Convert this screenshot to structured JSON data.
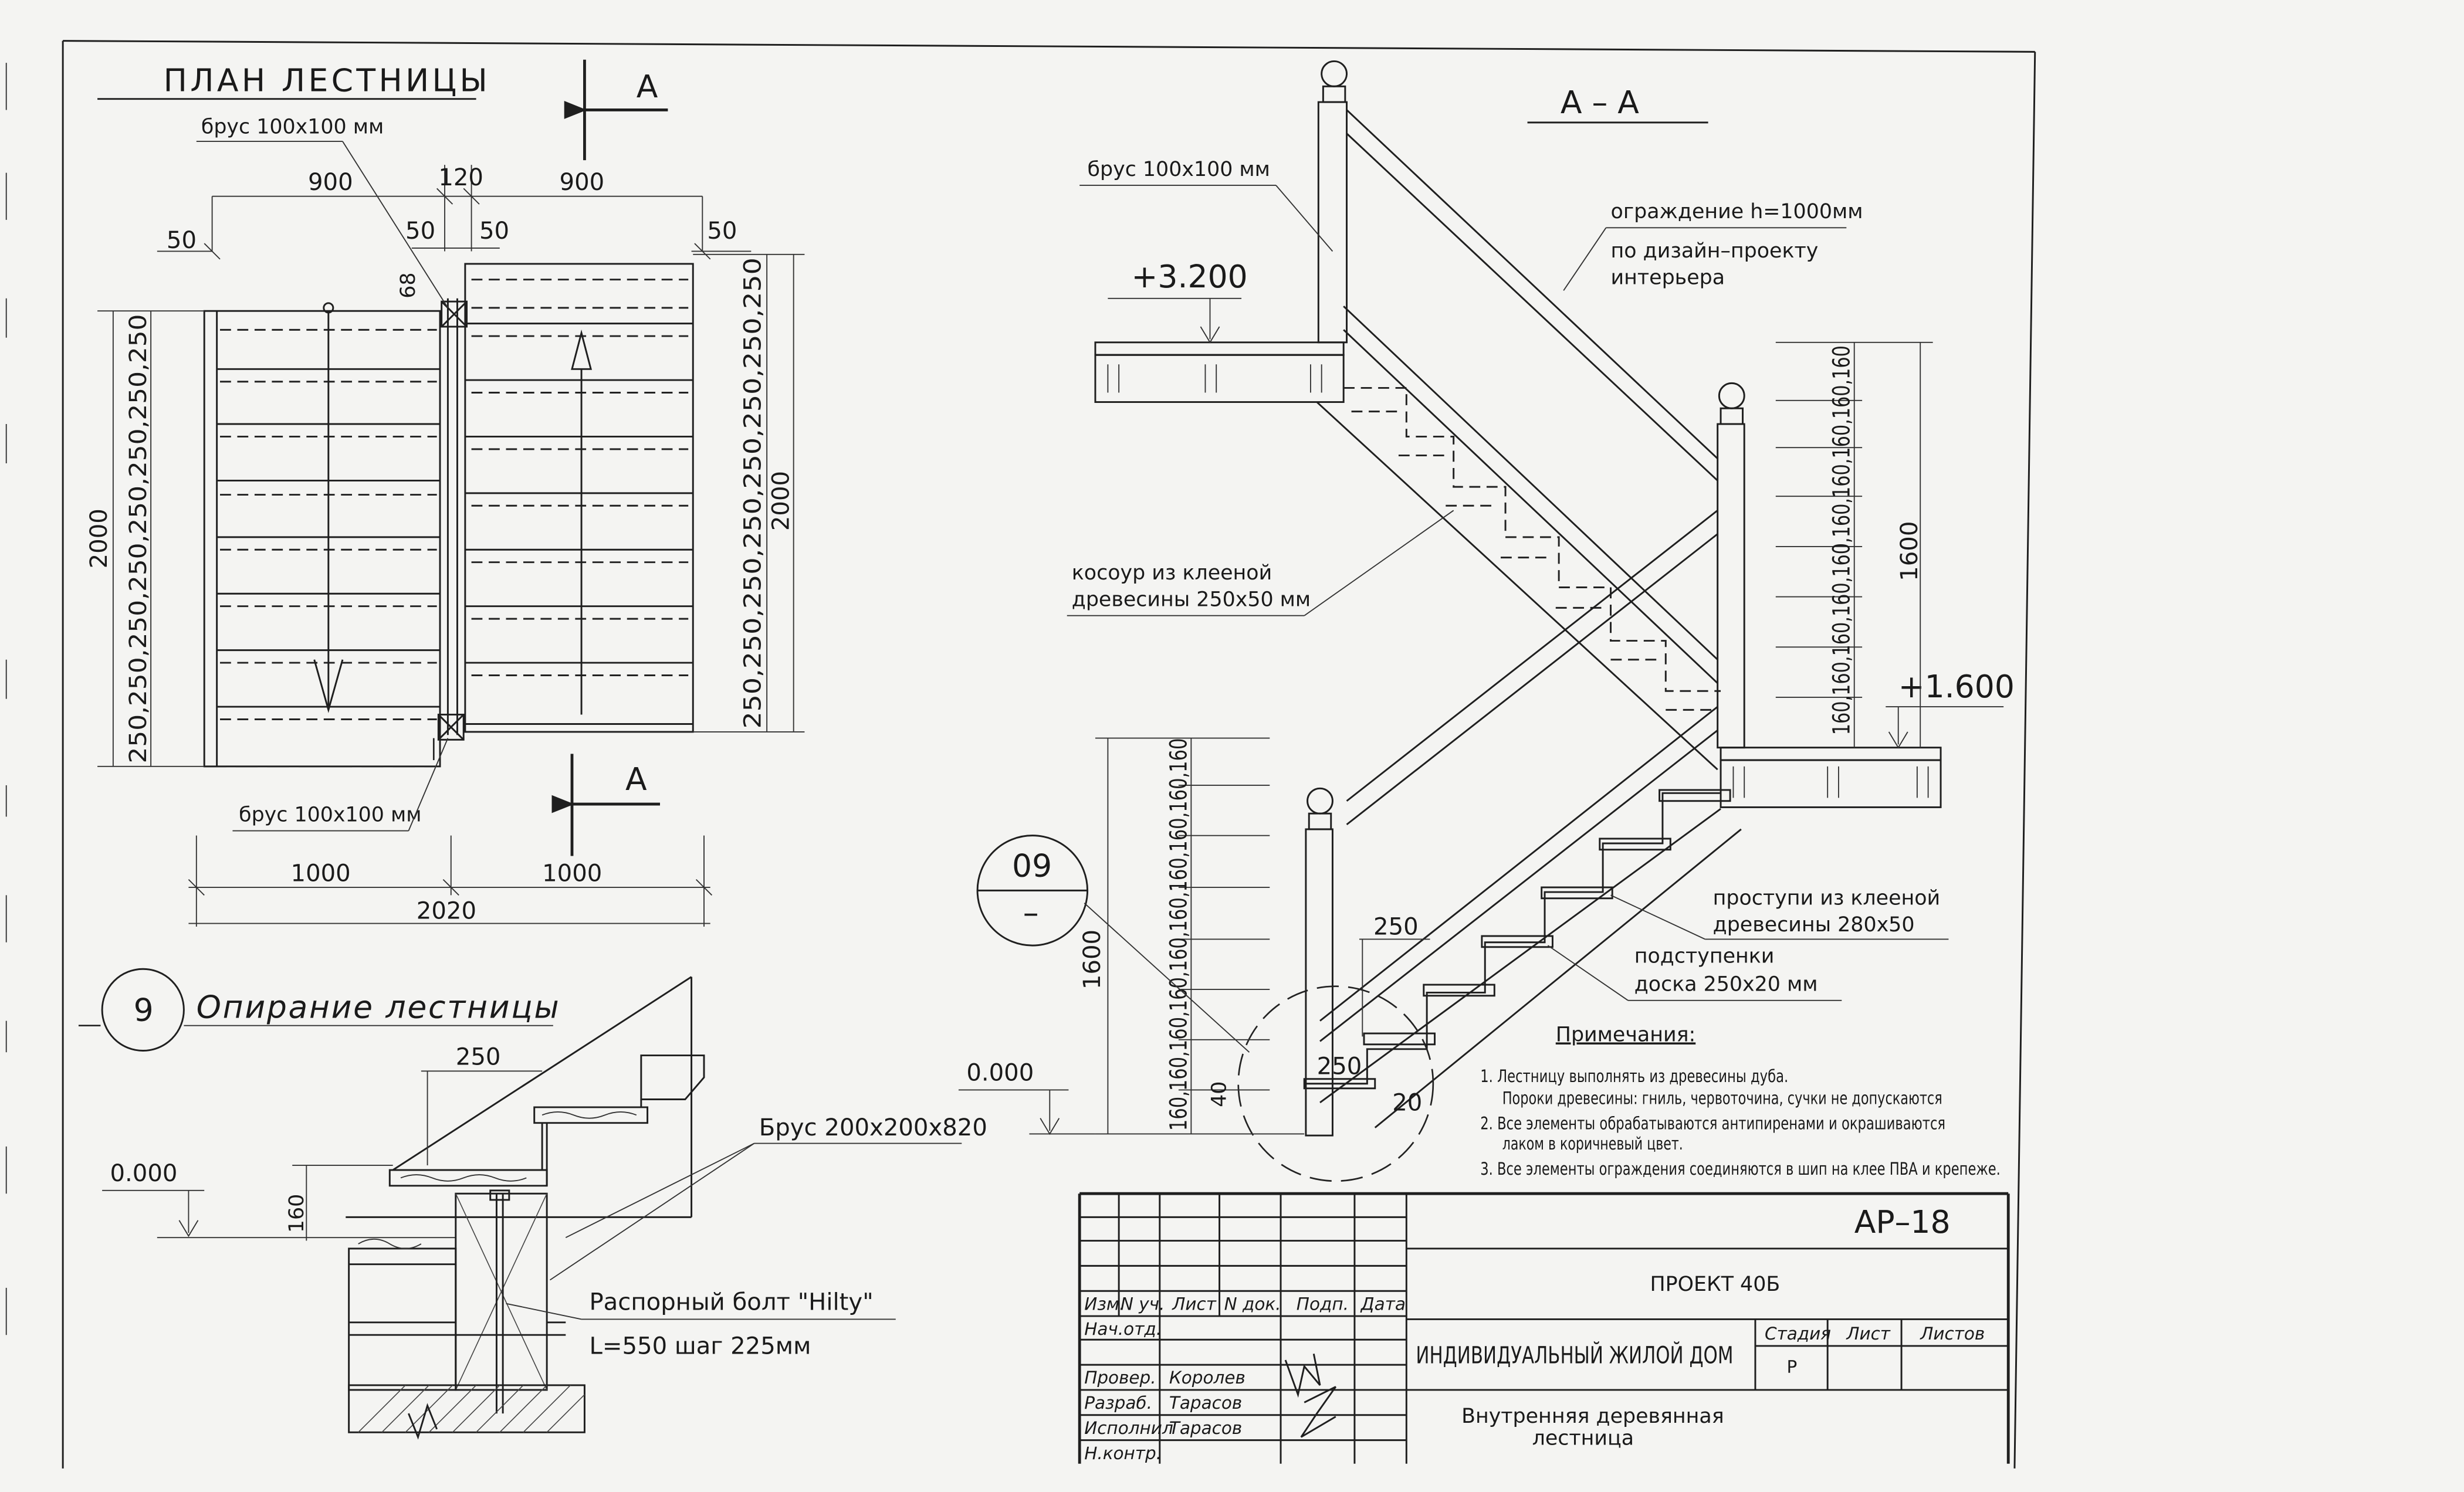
{
  "plan": {
    "title": "ПЛАН ЛЕСТНИЦЫ",
    "section_mark": "А",
    "beam_top": "брус 100х100 мм",
    "beam_bottom": "брус 100х100 мм",
    "dims_top": [
      "900",
      "120",
      "900"
    ],
    "dims_small": [
      "50",
      "50",
      "50",
      "50"
    ],
    "dim_68": "68",
    "left_chain": "250,250,250,250,250,250,250,250",
    "right_chain": "250,250,250,250,250,250,250,250",
    "dim_2000_left": "2000",
    "dim_2000_right": "2000",
    "dims_bottom": [
      "1000",
      "1000"
    ],
    "dim_total": "2020"
  },
  "section": {
    "title": "А – А",
    "beam_label": "брус 100х100 мм",
    "fence_line1": "ограждение h=1000мм",
    "fence_line2": "по дизайн–проекту",
    "fence_line3": "интерьера",
    "level_top": "+3.200",
    "level_mid": "+1.600",
    "level_zero": "0.000",
    "kosour_line1": "косоур из клееной",
    "kosour_line2": "древесины 250х50 мм",
    "chain_upper": "160,160,160,160,160,160,160,160,160,160",
    "chain_lower": "160,160,160,160,160,160,160,160,160,160",
    "dim_1600_upper": "1600",
    "dim_1600_lower": "1600",
    "callout_top": "09",
    "callout_bottom": "–",
    "dim_250": "250",
    "dim_250b": "250",
    "dim_40": "40",
    "dim_20": "20",
    "tread_line1": "проступи из клееной",
    "tread_line2": "древесины 280х50",
    "riser_line1": "подступенки",
    "riser_line2": "доска 250х20 мм"
  },
  "detail": {
    "number": "9",
    "title": "Опирание лестницы",
    "dim_250": "250",
    "dim_160": "160",
    "level": "0.000",
    "brus": "Брус 200х200х820",
    "bolt_line1": "Распорный болт \"Hilty\"",
    "bolt_line2": "L=550 шаг 225мм"
  },
  "notes": {
    "title": "Примечания:",
    "n1a": "1. Лестницу выполнять из древесины дуба.",
    "n1b": "Пороки древесины: гниль, червоточина, сучки не допускаются",
    "n2a": "2. Все элементы обрабатываются антипиренами и окрашиваются",
    "n2b": "лаком в коричневый цвет.",
    "n3": "3. Все элементы ограждения соединяются в шип на клее ПВА и крепеже."
  },
  "titleblock": {
    "code": "АР–18",
    "project": "ПРОЕКТ 40Б",
    "object": "ИНДИВИДУАЛЬНЫЙ ЖИЛОЙ ДОМ",
    "sheet_line1": "Внутренняя деревянная",
    "sheet_line2": "лестница",
    "stage_header": "Стадия",
    "sheet_header": "Лист",
    "sheets_header": "Листов",
    "stage_value": "Р",
    "cols": [
      "Изм.",
      "N уч.",
      "Лист",
      "N док.",
      "Подп.",
      "Дата"
    ],
    "rows": [
      {
        "role": "Нач.отд.",
        "name": ""
      },
      {
        "role": "",
        "name": ""
      },
      {
        "role": "Провер.",
        "name": "Королев"
      },
      {
        "role": "Разраб.",
        "name": "Тарасов"
      },
      {
        "role": "Исполнил",
        "name": "Тарасов"
      },
      {
        "role": "Н.контр.",
        "name": ""
      }
    ]
  }
}
